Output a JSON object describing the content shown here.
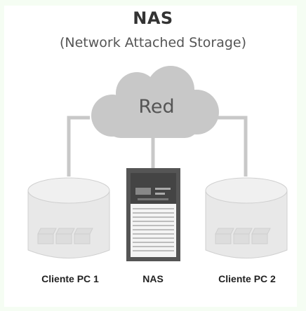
{
  "header": {
    "title": "NAS",
    "subtitle": "(Network Attached Storage)"
  },
  "cloud": {
    "label": "Red"
  },
  "nodes": [
    {
      "label": "Cliente PC 1",
      "kind": "client-disk-icon"
    },
    {
      "label": "NAS",
      "kind": "nas-server-icon"
    },
    {
      "label": "Cliente PC 2",
      "kind": "client-disk-icon"
    }
  ],
  "colors": {
    "background": "#f5fdf3",
    "line": "#c8c8c8",
    "cloud": "#c8c8c8",
    "disk": "#e8e8e8",
    "server": "#555555"
  }
}
